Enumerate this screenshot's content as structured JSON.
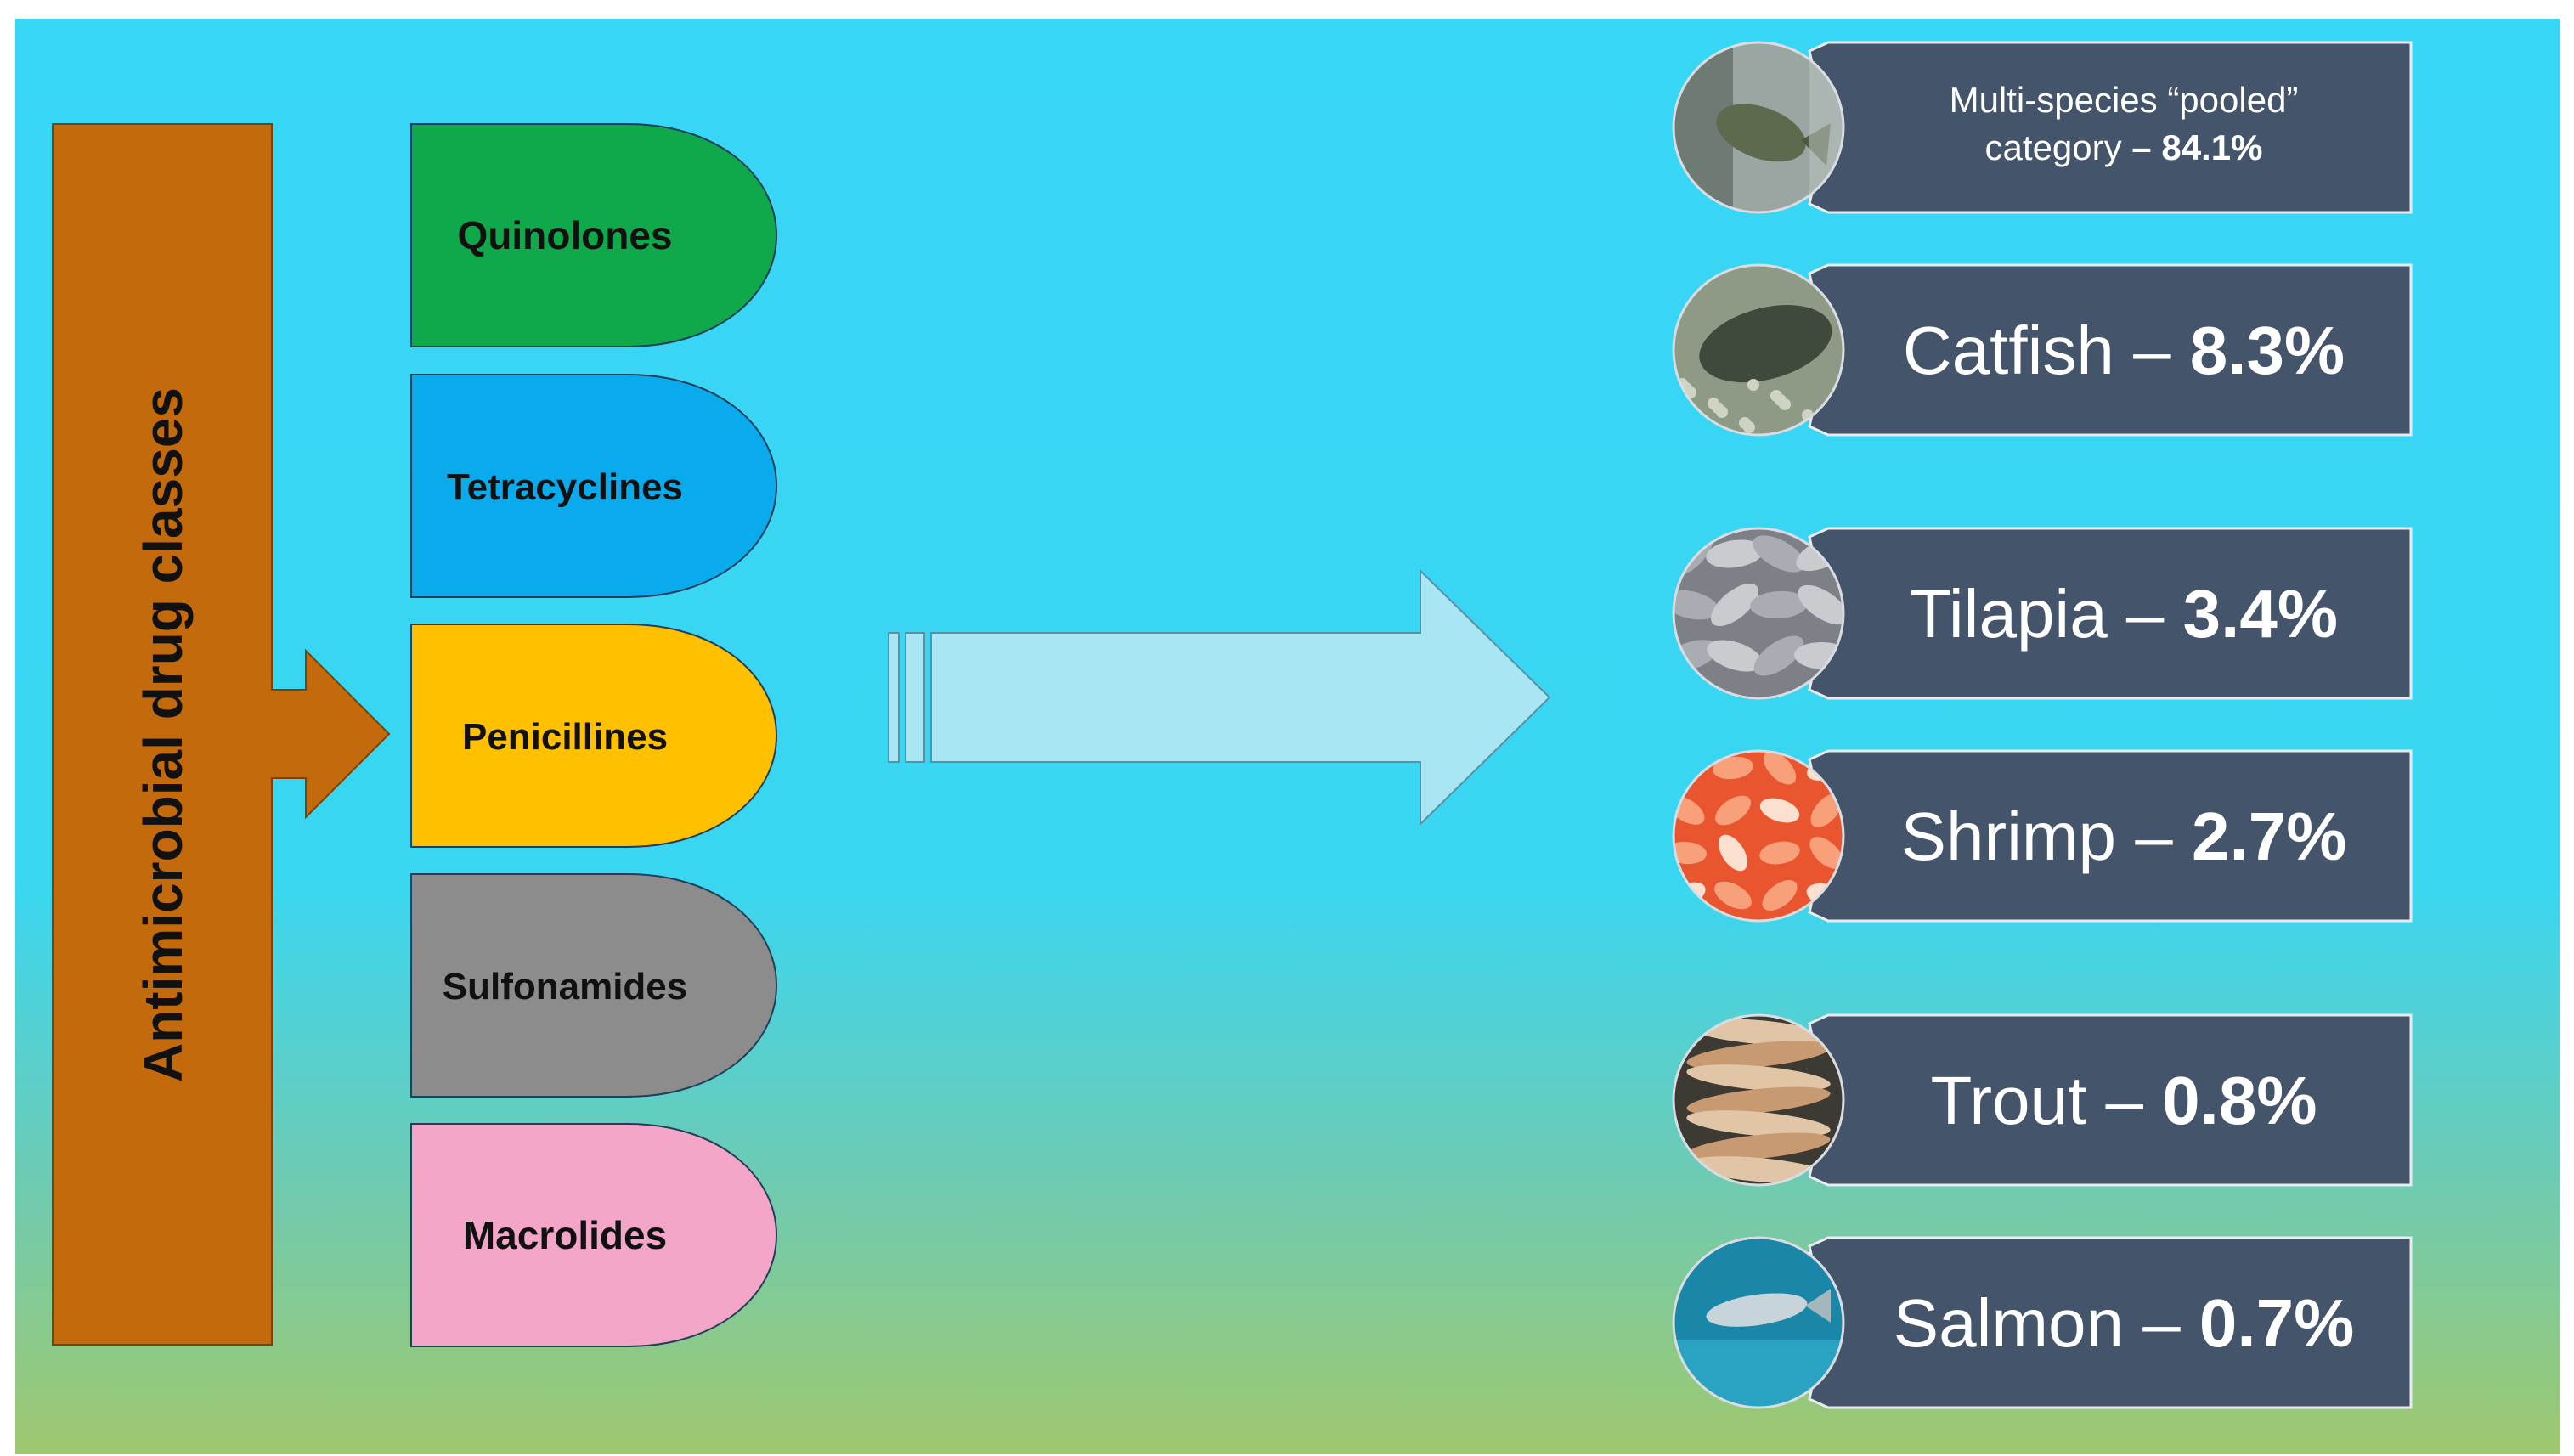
{
  "vertical_label": "Antimicrobial drug classes",
  "drug_classes": [
    {
      "label": "Quinolones",
      "color": "#0fa84a"
    },
    {
      "label": "Tetracyclines",
      "color": "#0aabec"
    },
    {
      "label": "Penicillines",
      "color": "#ffc000"
    },
    {
      "label": "Sulfonamides",
      "color": "#8c8c8c"
    },
    {
      "label": "Macrolides",
      "color": "#f4a6c8"
    }
  ],
  "species": [
    {
      "name": "Multi-species “pooled”",
      "name_line2": "category",
      "value": "84.1%",
      "photo": "fish-in-tank"
    },
    {
      "name": "Catfish",
      "value": "8.3%",
      "photo": "catfish"
    },
    {
      "name": "Tilapia",
      "value": "3.4%",
      "photo": "tilapia-pile"
    },
    {
      "name": "Shrimp",
      "value": "2.7%",
      "photo": "cooked-shrimp"
    },
    {
      "name": "Trout",
      "value": "0.8%",
      "photo": "trout-pile"
    },
    {
      "name": "Salmon",
      "value": "0.7%",
      "photo": "salmon-underwater"
    }
  ],
  "separator": "–",
  "colors": {
    "background_top": "#38d6f5",
    "background_mid": "#39d6f2",
    "background_bottom": "#9fc86e",
    "label_bar": "#c36a0c",
    "species_box": "#44546a",
    "big_arrow": "#a9e6f4"
  }
}
